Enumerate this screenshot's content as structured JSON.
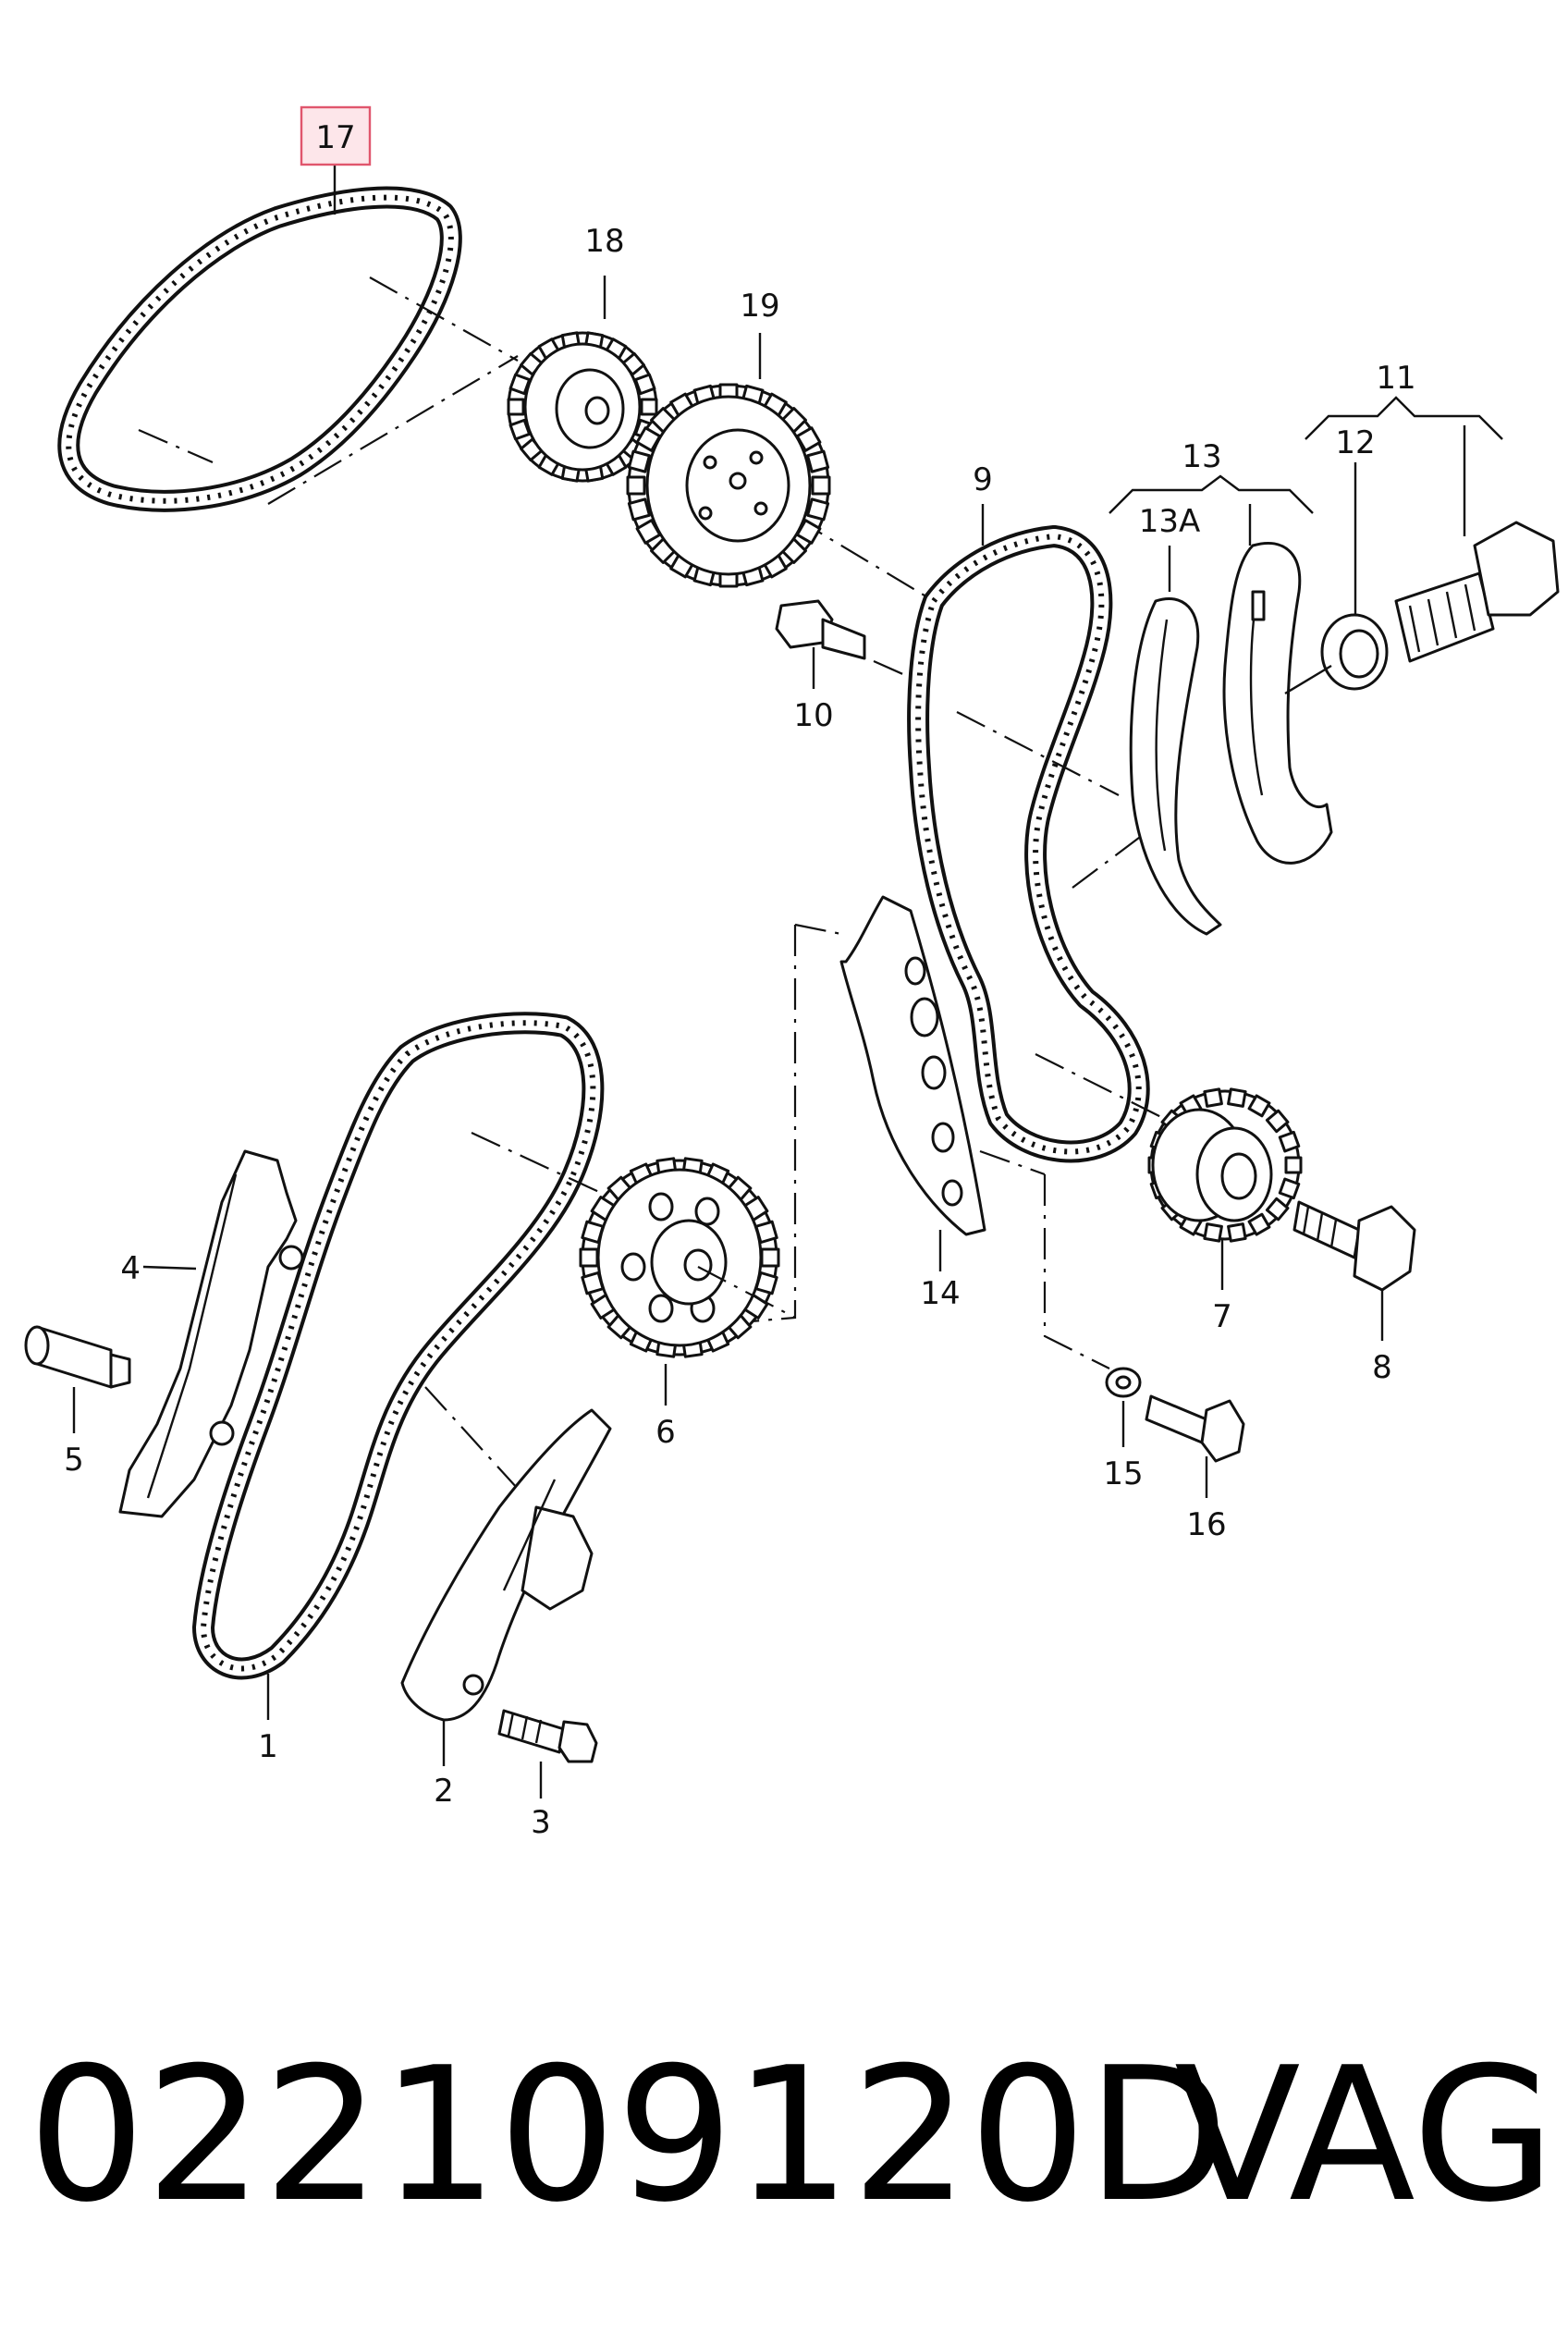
{
  "callouts": {
    "c1": "1",
    "c2": "2",
    "c3": "3",
    "c4": "4",
    "c5": "5",
    "c6": "6",
    "c7": "7",
    "c8": "8",
    "c9": "9",
    "c10": "10",
    "c11": "11",
    "c12": "12",
    "c13": "13",
    "c13a": "13A",
    "c14": "14",
    "c15": "15",
    "c16": "16",
    "c17": "17",
    "c18": "18",
    "c19": "19"
  },
  "highlighted_callout": "17",
  "highlight_color": "#e0566d",
  "footer": {
    "part_number": "022109120D",
    "brand": "VAG"
  }
}
